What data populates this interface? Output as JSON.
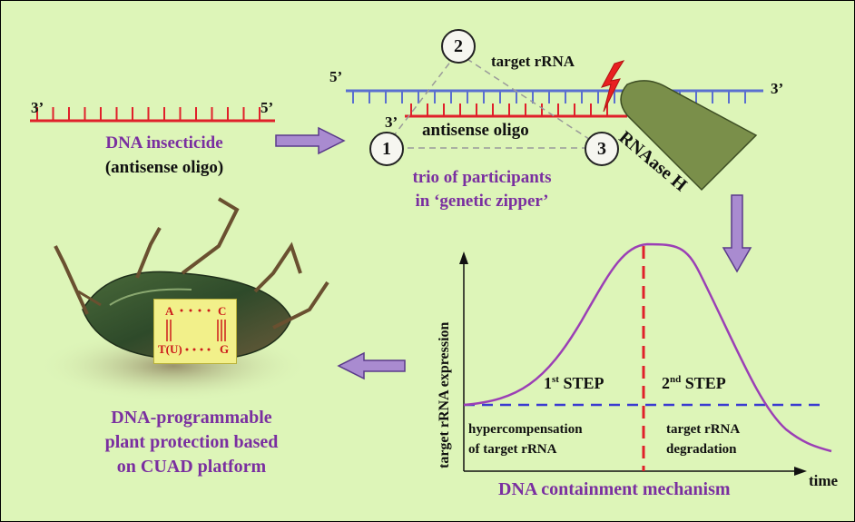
{
  "strand_left": {
    "end_3": "3’",
    "end_5": "5’"
  },
  "dna_insecticide": {
    "line1": "DNA insecticide",
    "line2": "(antisense oligo)"
  },
  "zipper": {
    "target_5": "5’",
    "target_3": "3’",
    "target_label": "target rRNA",
    "oligo_3": "3’",
    "oligo_label": "antisense oligo",
    "enzyme_label": "RNAase H",
    "participants": [
      "1",
      "2",
      "3"
    ],
    "caption_line1": "trio of participants",
    "caption_line2": "in ‘genetic zipper’"
  },
  "plant_protection": {
    "line1": "DNA-programmable",
    "line2": "plant protection based",
    "line3": "on CUAD platform"
  },
  "base_pair_box": {
    "top_left": "A",
    "top_right": "C",
    "bottom_left": "T(U)",
    "bottom_right": "G"
  },
  "chart": {
    "ylabel": "target rRNA expression",
    "xlabel": "time",
    "step1": {
      "base": "1",
      "sup": "st",
      "rest": " STEP"
    },
    "step2": {
      "base": "2",
      "sup": "nd",
      "rest": " STEP"
    },
    "phase1_line1": "hypercompensation",
    "phase1_line2": "of  target rRNA",
    "phase2_line1": "target rRNA",
    "phase2_line2": "degradation",
    "title": "DNA containment mechanism"
  },
  "colors": {
    "background": "#ddf5b8",
    "purple_text": "#7a2fa0",
    "oligo_red": "#e0202a",
    "rrna_blue": "#5a6fd0",
    "curve": "#9b3fb5",
    "enzyme": "#7a8f4a",
    "arrow_fill": "#a98bd0"
  }
}
